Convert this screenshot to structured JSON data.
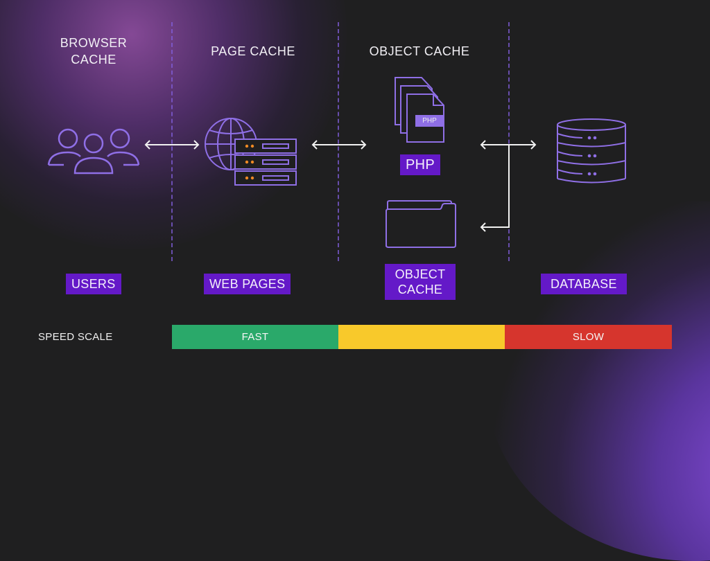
{
  "columns": [
    {
      "heading": "BROWSER\nCACHE",
      "heading_lines": [
        "BROWSER",
        "CACHE"
      ],
      "label": "USERS",
      "icon": "users-icon"
    },
    {
      "heading": "PAGE CACHE",
      "label": "WEB PAGES",
      "icon": "web-server-icon"
    },
    {
      "heading": "OBJECT CACHE",
      "label_lines": [
        "OBJECT",
        "CACHE"
      ],
      "icon": "php-files-icon",
      "php_label": "PHP",
      "php_file_tag": "PHP",
      "secondary_icon": "folder-icon"
    },
    {
      "heading": "",
      "label": "DATABASE",
      "icon": "database-icon"
    }
  ],
  "connectors": [
    {
      "from": "USERS",
      "to": "WEB PAGES",
      "type": "bidirectional"
    },
    {
      "from": "WEB PAGES",
      "to": "PHP",
      "type": "bidirectional"
    },
    {
      "from": "DATABASE",
      "to": "PHP",
      "type": "bidirectional"
    },
    {
      "from": "DATABASE",
      "to": "OBJECT CACHE",
      "type": "branch"
    }
  ],
  "speed_scale": {
    "label": "SPEED SCALE",
    "segments": [
      {
        "label": "FAST",
        "color": "#2aa96a"
      },
      {
        "label": "",
        "color": "#f8c92b"
      },
      {
        "label": "SLOW",
        "color": "#d6352d"
      }
    ]
  },
  "colors": {
    "background": "#1f1f20",
    "icon_stroke": "#8f6fe6",
    "label_box": "#6419c8",
    "server_led": "#f08a24",
    "arrow": "#f2f2f2"
  }
}
